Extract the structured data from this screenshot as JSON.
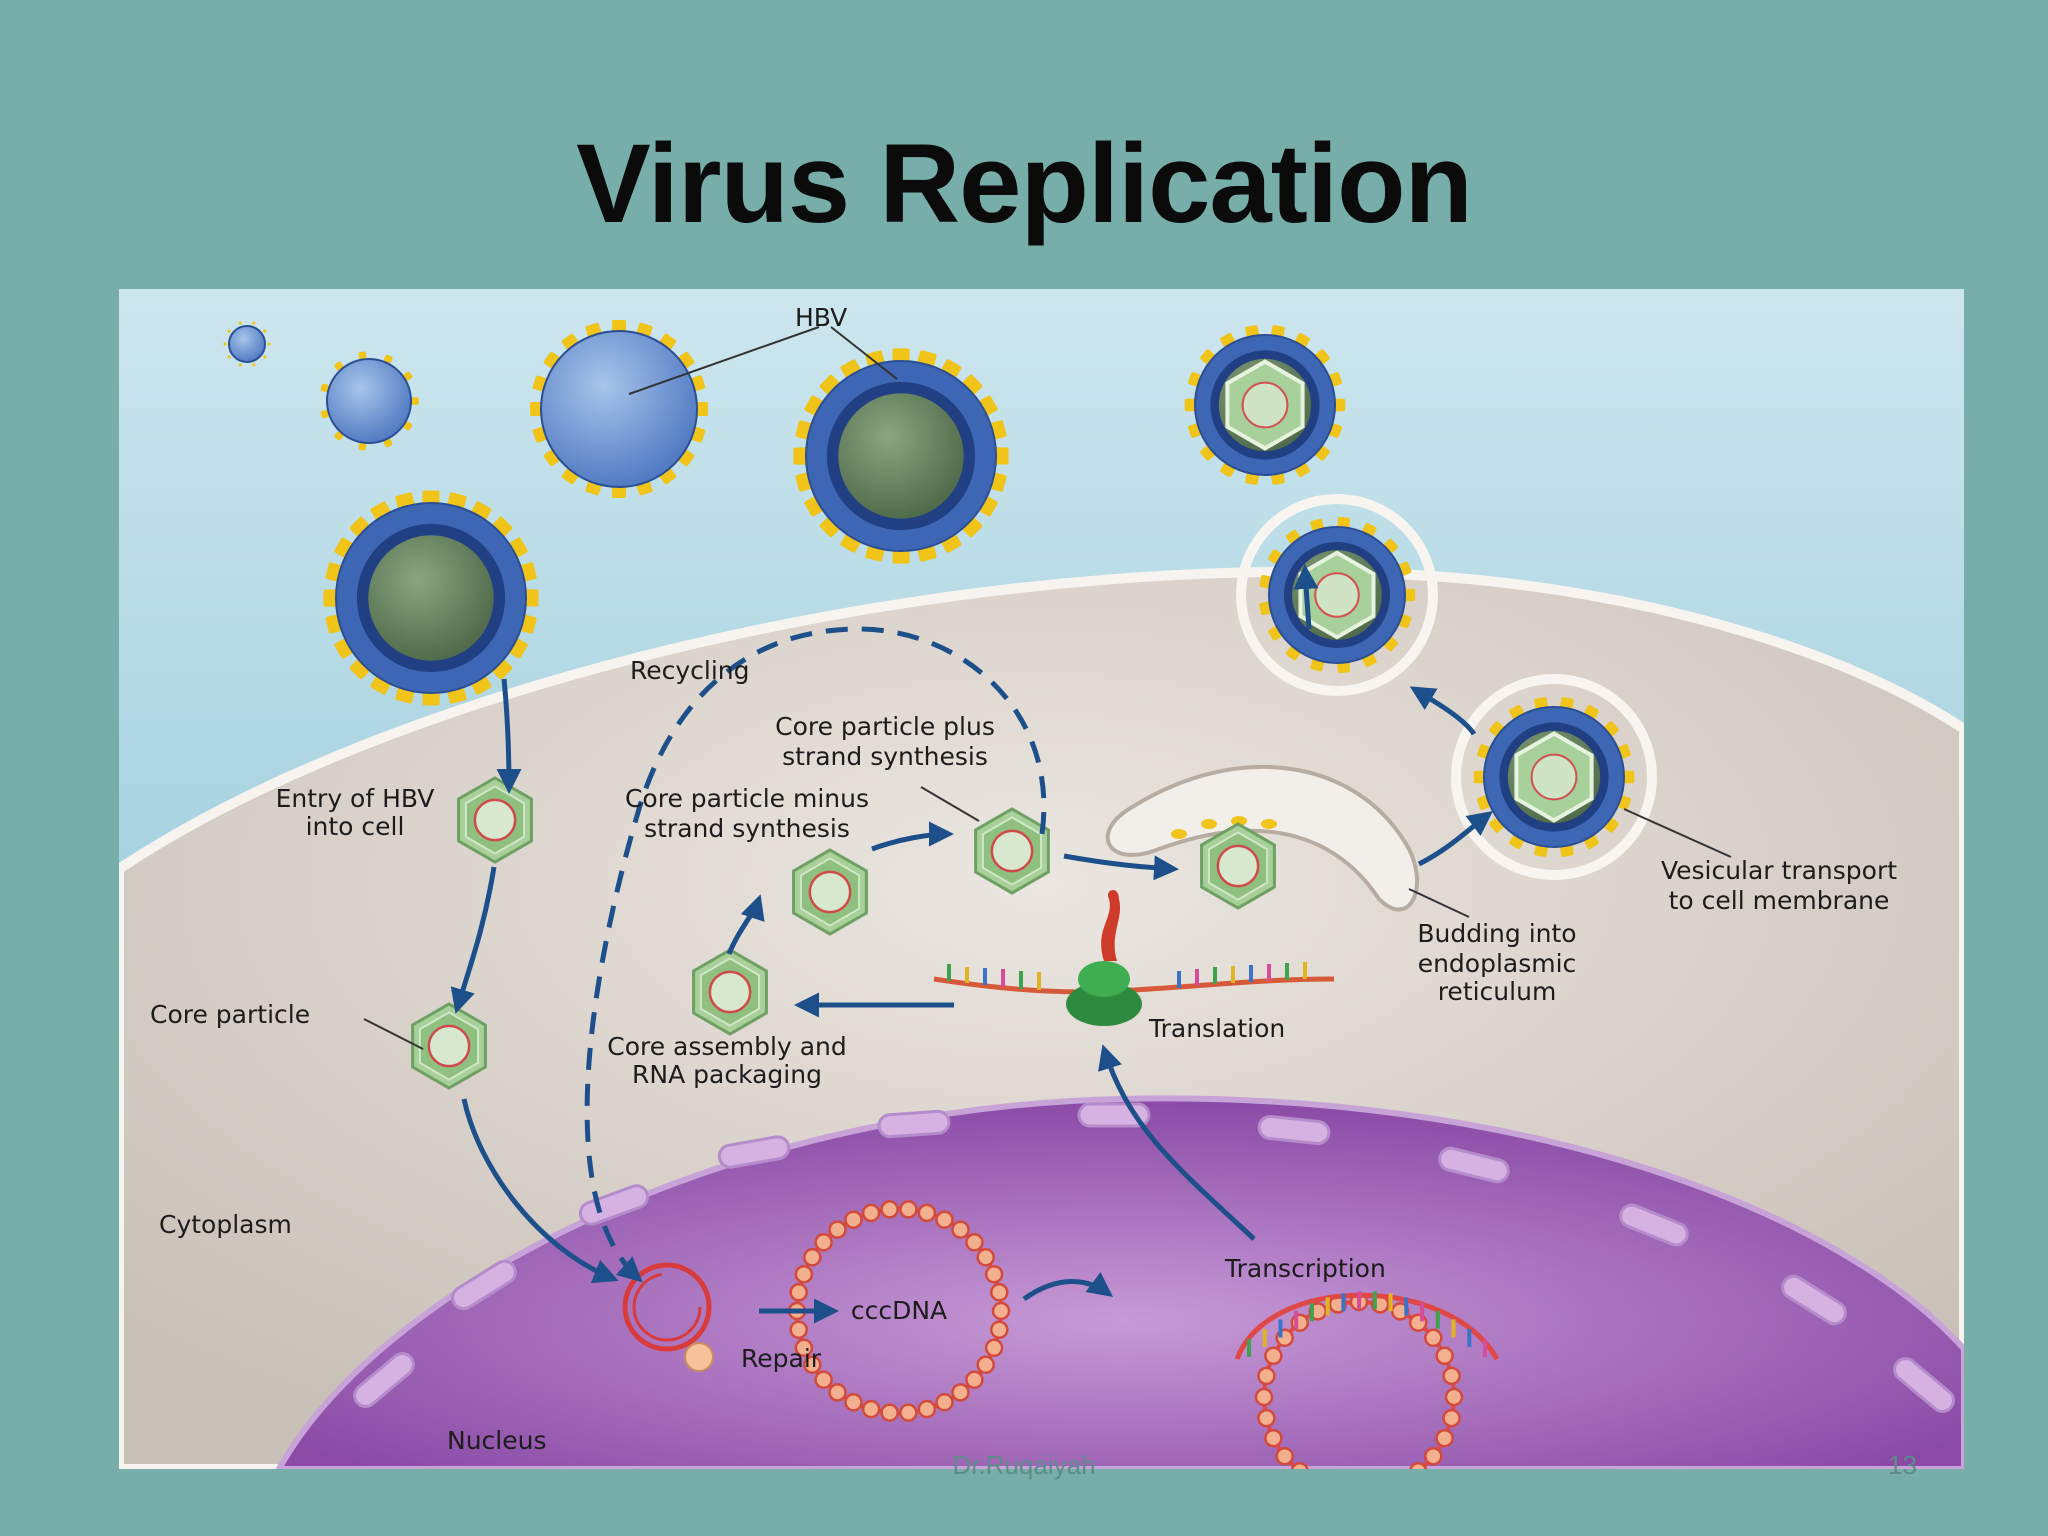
{
  "slide": {
    "title": "Virus Replication",
    "author": "Dr.Ruqaiyah",
    "page_number": "13"
  },
  "diagram": {
    "labels": {
      "hbv": "HBV",
      "recycling": "Recycling",
      "core_plus_1": "Core particle plus",
      "core_plus_2": "strand synthesis",
      "entry_1": "Entry of HBV",
      "entry_2": "into cell",
      "core_minus_1": "Core particle minus",
      "core_minus_2": "strand synthesis",
      "vesicular_1": "Vesicular transport",
      "vesicular_2": "to cell membrane",
      "budding_1": "Budding into",
      "budding_2": "endoplasmic",
      "budding_3": "reticulum",
      "core_particle": "Core particle",
      "translation": "Translation",
      "core_assembly_1": "Core assembly and",
      "core_assembly_2": "RNA packaging",
      "cytoplasm": "Cytoplasm",
      "transcription": "Transcription",
      "cccdna": "cccDNA",
      "repair": "Repair",
      "nucleus": "Nucleus"
    },
    "colors": {
      "background": "#77aea9",
      "sky": "#cfe6ee",
      "cytoplasm": "#d8d2cc",
      "nucleus": "#a465bd",
      "arrow": "#1d4f8a",
      "spike": "#f0c419",
      "core": "#a7d09a",
      "dna": "#e04848"
    }
  }
}
